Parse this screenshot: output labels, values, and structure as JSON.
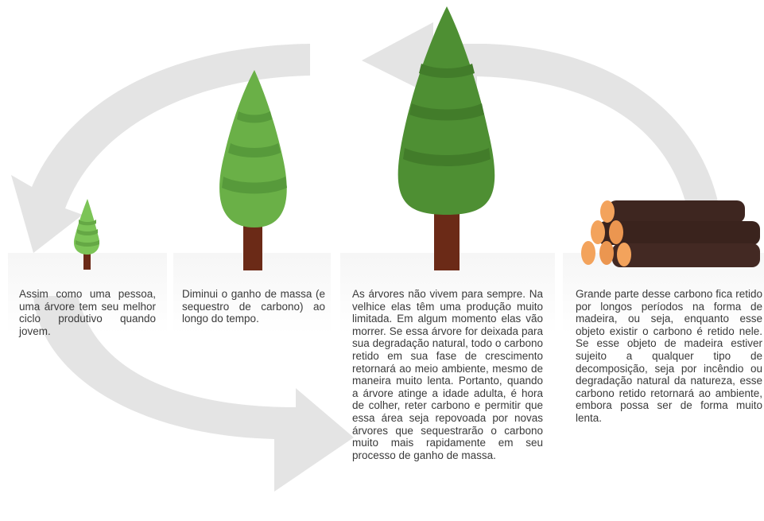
{
  "colors": {
    "arrow": "#e4e4e4",
    "foliage_light": "#7cc457",
    "foliage_mid": "#65a845",
    "foliage_dark": "#4e8f33",
    "trunk": "#6b2a17",
    "log_bark": "#3e2620",
    "log_end": "#f3a35c"
  },
  "stages": [
    {
      "text": "Assim como uma pessoa, uma árvore tem seu melhor ciclo produtivo quando jovem."
    },
    {
      "text": "Diminui o ganho de massa (e sequestro de carbono) ao longo do tempo."
    },
    {
      "text": "As árvores não vivem para sempre. Na velhice elas têm uma produção muito limitada. Em algum momento elas vão morrer. Se essa árvore for deixada para sua degradação natural, todo o carbono retido em sua fase de crescimento retornará ao meio ambiente, mesmo de maneira muito lenta. Portanto, quando a árvore atinge a idade adulta, é hora de colher, reter carbono e permitir que essa área seja repovoada por novas árvores que sequestrarão o carbono muito mais rapidamente em seu processo de ganho de massa."
    },
    {
      "text": "Grande parte desse carbono fica retido por longos períodos na forma de madeira, ou seja, enquanto esse objeto existir o carbono é retido nele. Se esse objeto de madeira estiver sujeito a qualquer tipo de decomposição, seja por incêndio ou degradação natural da natureza, esse carbono retido retornará ao ambiente, embora possa ser de forma muito lenta."
    }
  ]
}
